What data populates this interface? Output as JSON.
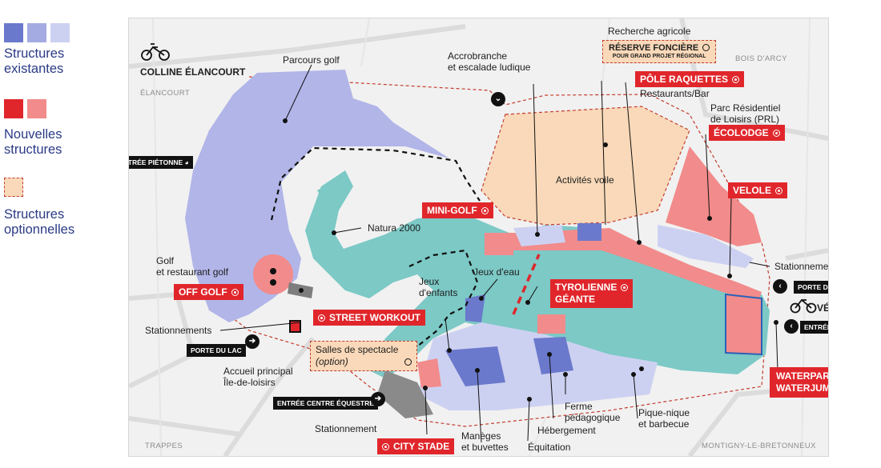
{
  "legend": {
    "existing_label": "Structures existantes",
    "new_label": "Nouvelles structures",
    "optional_label": "Structures optionnelles",
    "colors": {
      "existing_1": "#6b79cc",
      "existing_2": "#a4abe2",
      "existing_3": "#cdd1f1",
      "new_1": "#e0262b",
      "new_2": "#f28b8b",
      "optional": "#f9d9b9",
      "water": "#7cc9c6"
    }
  },
  "map": {
    "area_labels": {
      "elancourt": "ÉLANCOURT",
      "bois_darcy": "BOIS D'ARCY",
      "trappes": "TRAPPES",
      "montigny": "MONTIGNY-LE-BRETONNEUX"
    },
    "labels": {
      "colline": "COLLINE ÉLANCOURT",
      "parcours_golf": "Parcours golf",
      "accrobranche_1": "Accrobranche",
      "accrobranche_2": "et escalade ludique",
      "recherche": "Recherche agricole",
      "restaurants_bar": "Restaurants/Bar",
      "prl_1": "Parc Résidentiel",
      "prl_2": "de Loisirs (PRL)",
      "activites_voile": "Activités voile",
      "natura": "Natura 2000",
      "golf_resto_1": "Golf",
      "golf_resto_2": "et restaurant golf",
      "stationnement_right": "Stationnement",
      "velodrome": "VÉLODROME",
      "jeux_eau": "Jeux d'eau",
      "jeux_enfants_1": "Jeux",
      "jeux_enfants_2": "d'enfants",
      "stationnements": "Stationnements",
      "accueil_1": "Accueil principal",
      "accueil_2": "Île-de-loisirs",
      "stationnement_bottom": "Stationnement",
      "maneges_1": "Manèges",
      "maneges_2": "et buvettes",
      "equitation": "Équitation",
      "hebergement": "Hébergement",
      "ferme_1": "Ferme",
      "ferme_2": "pédagogique",
      "pique_1": "Pique-nique",
      "pique_2": "et barbecue"
    },
    "red_tags": {
      "mini_golf": "MINI-GOLF",
      "pole_raquettes": "PÔLE RAQUETTES",
      "ecolodge": "ÉCOLODGE",
      "velole": "VELOLE",
      "off_golf": "OFF GOLF",
      "street_workout": "STREET WORKOUT",
      "tyrolienne_1": "TYROLIENNE",
      "tyrolienne_2": "GÉANTE",
      "waterpark_1": "WATERPARK",
      "waterpark_2": "WATERJUMP",
      "city_stade": "CITY STADE"
    },
    "black_tags": {
      "entree_pietonne_left": "ENTRÉE PIÉTONNE",
      "porte_lac": "PORTE DU LAC",
      "entree_equestre": "ENTRÉE CENTRE ÉQUESTRE",
      "porte_digue": "PORTE DE LA DIGUE",
      "entree_pietonne_right": "ENTRÉE PIÉTONNE"
    },
    "optional_tags": {
      "reserve_1": "RÉSERVE FONCIÈRE",
      "reserve_2": "POUR GRAND PROJET RÉGIONAL",
      "salles_1": "Salles de spectacle",
      "salles_2": "(option)"
    }
  }
}
